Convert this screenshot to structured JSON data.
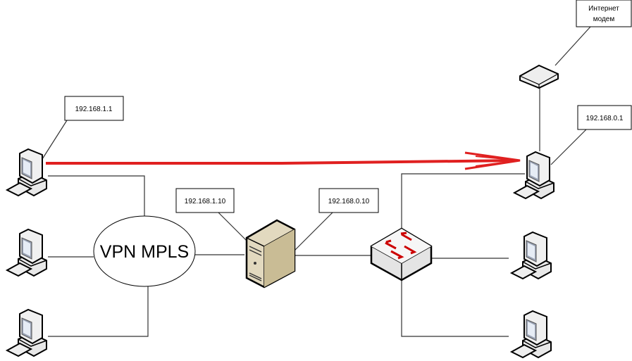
{
  "cloud": {
    "label": "VPN MPLS"
  },
  "labels": {
    "pc_left": "192.168.1.1",
    "server_left": "192.168.1.10",
    "server_right": "192.168.0.10",
    "pc_right": "192.168.0.1",
    "modem_line1": "Интернет",
    "modem_line2": "модем"
  },
  "colors": {
    "arrow": "#e02020",
    "line": "#333333"
  }
}
